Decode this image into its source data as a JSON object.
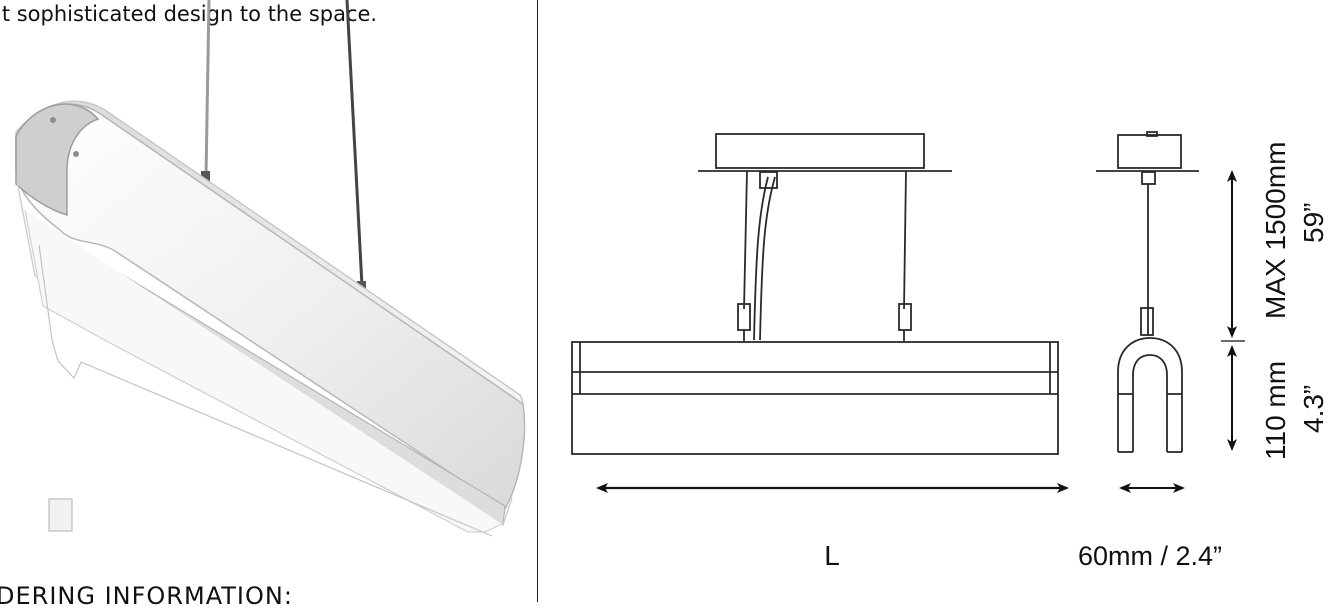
{
  "document": {
    "intro_fragment": "it sophisticated design to the space.",
    "ordering_heading_fragment": "DERING INFORMATION:"
  },
  "drawing": {
    "length_label": "L",
    "width_label": "60mm / 2.4”",
    "suspension_mm_label": "MAX 1500mm",
    "suspension_in_label": "59”",
    "height_mm_label": "110 mm",
    "height_in_label": "4.3”"
  },
  "colors": {
    "line": "#2a2a2a",
    "fixture_fill": "#eeeeee",
    "fixture_shadow": "#d7d7d7"
  }
}
